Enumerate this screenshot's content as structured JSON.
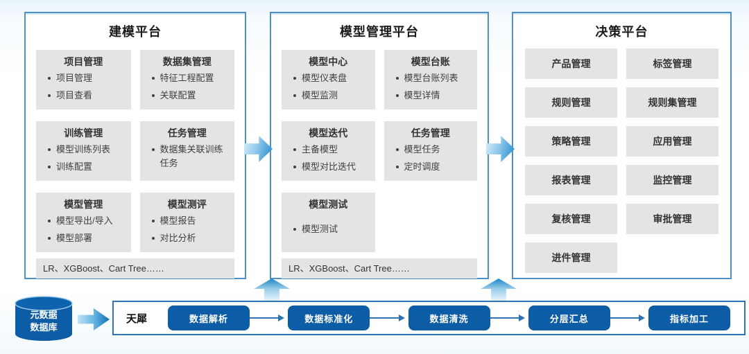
{
  "platforms": [
    {
      "title": "建模平台",
      "cards": [
        {
          "title": "项目管理",
          "items": [
            "项目管理",
            "项目查看"
          ]
        },
        {
          "title": "数据集管理",
          "items": [
            "特征工程配置",
            "关联配置"
          ]
        },
        {
          "title": "训练管理",
          "items": [
            "模型训练列表",
            "训练配置"
          ]
        },
        {
          "title": "任务管理",
          "items": [
            "数据集关联训练任务"
          ]
        },
        {
          "title": "模型管理",
          "items": [
            "模型导出/导入",
            "模型部署"
          ]
        },
        {
          "title": "模型测评",
          "items": [
            "模型报告",
            "对比分析"
          ]
        }
      ],
      "footer": "LR、XGBoost、Cart Tree……"
    },
    {
      "title": "模型管理平台",
      "cards": [
        {
          "title": "模型中心",
          "items": [
            "模型仪表盘",
            "模型监测"
          ]
        },
        {
          "title": "模型台账",
          "items": [
            "模型台账列表",
            "模型详情"
          ]
        },
        {
          "title": "模型迭代",
          "items": [
            "主备模型",
            "模型对比迭代"
          ]
        },
        {
          "title": "任务管理",
          "items": [
            "模型任务",
            "定时调度"
          ]
        },
        {
          "title": "模型测试",
          "items": [
            "模型测试"
          ]
        }
      ],
      "footer": "LR、XGBoost、Cart Tree……"
    },
    {
      "title": "决策平台",
      "buttons": [
        "产品管理",
        "标签管理",
        "规则管理",
        "规则集管理",
        "策略管理",
        "应用管理",
        "报表管理",
        "监控管理",
        "复核管理",
        "审批管理",
        "进件管理"
      ]
    }
  ],
  "pipeline": {
    "database_label_lines": [
      "元数据",
      "数据库"
    ],
    "engine_label": "天犀",
    "steps": [
      "数据解析",
      "数据标准化",
      "数据清洗",
      "分层汇总",
      "指标加工"
    ]
  },
  "colors": {
    "accent_blue": "#0c5ca6",
    "panel_border": "#4b92cc",
    "flow_border": "#2e74b5",
    "card_gray": "#e4e4e4",
    "arrow_gradient_dark": "#1b86c8"
  }
}
